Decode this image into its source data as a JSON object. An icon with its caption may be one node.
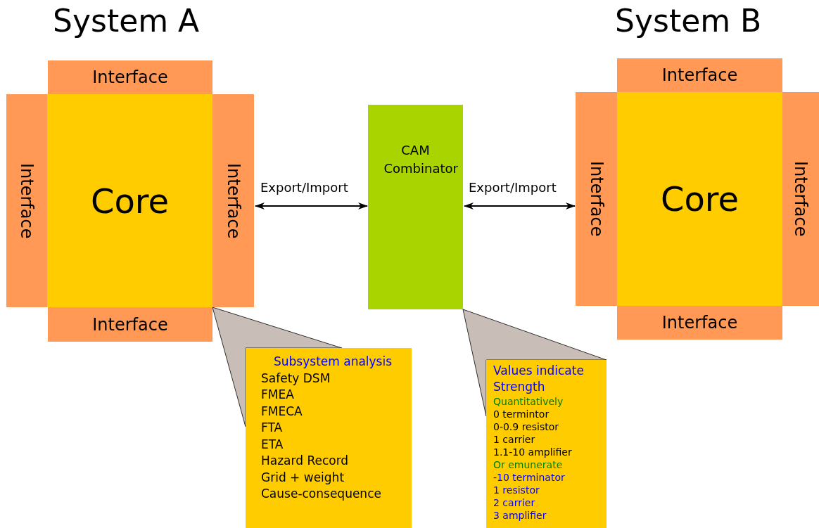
{
  "diagram": {
    "nodes": [
      {
        "text": [
          "Interface"
        ]
      },
      {
        "text": [
          "Interface"
        ]
      },
      {
        "text": [
          "Core"
        ]
      },
      {
        "text": [
          "Interface"
        ]
      },
      {
        "text": [
          "Interface"
        ]
      },
      {
        "text": [
          "CAM Combinator"
        ]
      },
      {
        "text": [
          "Interface"
        ]
      },
      {
        "text": [
          "Interface"
        ]
      },
      {
        "text": [
          "Core"
        ]
      },
      {
        "text": [
          "Interface"
        ]
      },
      {
        "text": [
          "Interface"
        ]
      },
      {
        "text": [
          "Subsystem analysis",
          "Safety DSM",
          "FMEA",
          "FMECA",
          "FTA",
          "ETA",
          "Hazard Record",
          "Grid + weight",
          "Cause-consequence"
        ]
      },
      {
        "text": [
          "Values indicate",
          "Strength",
          "Quantitatively",
          "0 termintor",
          "0-0.9 resistor",
          "1 carrier",
          "1.1-10 amplifier",
          "Or emunerate",
          "-10 terminator",
          "1 resistor",
          "2 carrier",
          "3 amplifier"
        ]
      }
    ],
    "edges": [
      {
        "from": 3,
        "to": 5,
        "arrow": "both",
        "label": "Export/Import"
      },
      {
        "from": 5,
        "to": 7,
        "arrow": "both",
        "label": "Export/Import"
      },
      {
        "from": 11,
        "to": 2,
        "arrow": "none"
      },
      {
        "from": 12,
        "to": 5,
        "arrow": "none"
      }
    ],
    "labels": [
      "System A",
      "System B"
    ]
  }
}
